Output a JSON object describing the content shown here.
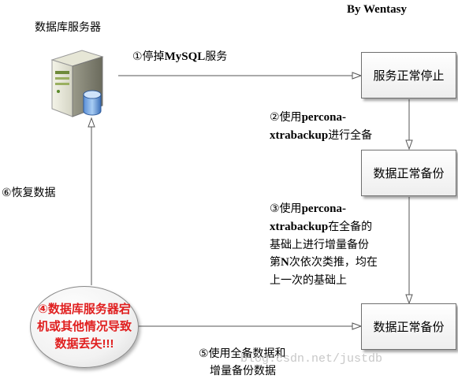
{
  "author": "By Wentasy",
  "server_label": "数据库服务器",
  "boxes": {
    "stop": "服务正常停止",
    "backup1": "数据正常备份",
    "backup2": "数据正常备份"
  },
  "steps": {
    "s1": {
      "prefix": "①停掉",
      "bold": "MySQL",
      "suffix": "服务"
    },
    "s2": {
      "line1_prefix": "②使用",
      "line1_bold": "percona-",
      "line2_bold": "xtrabackup",
      "line2_suffix": "进行全备"
    },
    "s3": {
      "line1_prefix": "③使用",
      "line1_bold": "percona-",
      "line2_bold": "xtrabackup",
      "line2_suffix": "在全备的",
      "line3": "基础上进行增量备份",
      "line4_prefix": "第",
      "line4_bold": "N",
      "line4_suffix": "次依次类推，均在",
      "line5": "上一次的基础上"
    },
    "s5": {
      "line1": "⑤使用全备数据和",
      "line2": "增量备份数据"
    },
    "s6": "⑥恢复数据"
  },
  "failure": {
    "line1": "④数据库服务器宕",
    "line2": "机或其他情况导致",
    "line3": "数据丢失!!!"
  },
  "watermark": "blog.csdn.net/justdb",
  "colors": {
    "failure_text": "#e02020",
    "edge": "#555555",
    "box_border": "#6f6f6f"
  },
  "icons": {
    "server": "server-icon",
    "database": "database-icon"
  }
}
